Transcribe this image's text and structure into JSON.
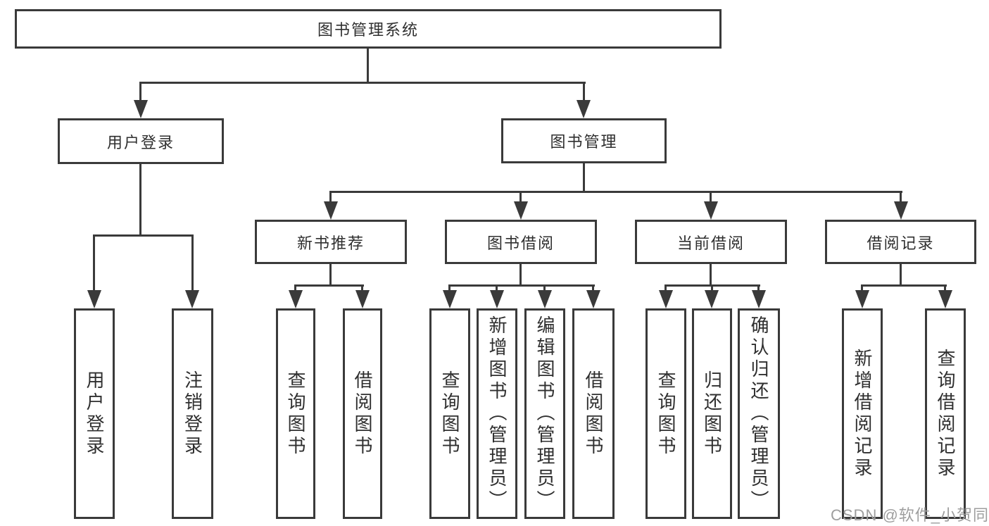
{
  "diagram": {
    "root": {
      "label": "图书管理系统"
    },
    "level2": [
      {
        "label": "用户登录",
        "children_labels": [
          "用户登录",
          "注销登录"
        ]
      },
      {
        "label": "图书管理"
      }
    ],
    "level3": [
      {
        "label": "新书推荐",
        "children_labels": [
          "查询图书",
          "借阅图书"
        ]
      },
      {
        "label": "图书借阅",
        "children_labels": [
          "查询图书",
          "新增图书（管理员）",
          "编辑图书（管理员）",
          "借阅图书"
        ]
      },
      {
        "label": "当前借阅",
        "children_labels": [
          "查询图书",
          "归还图书",
          "确认归还（管理员）"
        ]
      },
      {
        "label": "借阅记录",
        "children_labels": [
          "新增借阅记录",
          "查询借阅记录"
        ]
      }
    ],
    "colors": {
      "line": "#3a3a3a",
      "box_border": "#3a3a3a",
      "text": "#2f2f2f",
      "watermark": "#9e9e9e",
      "background": "#ffffff"
    }
  },
  "watermark": "CSDN @软件_小贺同学"
}
